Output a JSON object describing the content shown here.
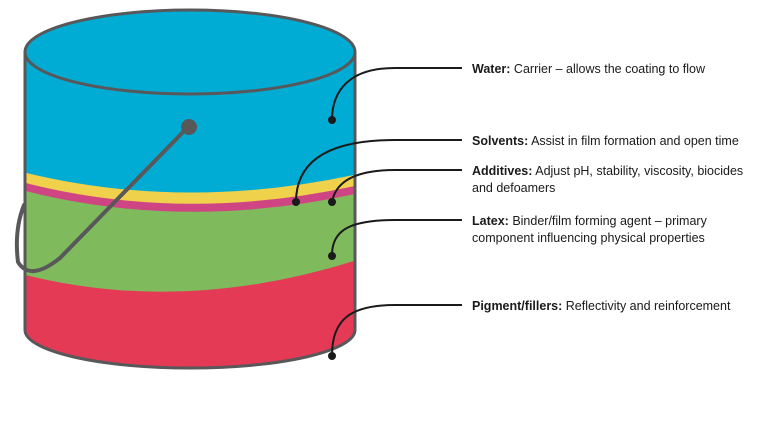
{
  "colors": {
    "water": "#00ABD4",
    "solvents": "#EFD14C",
    "additives": "#CF4583",
    "latex": "#7FBA5D",
    "pigment": "#E43A55",
    "outline": "#58585A",
    "leader": "#1a1a1a"
  },
  "layers": [
    {
      "id": "water",
      "term": "Water:",
      "description": "Carrier – allows the coating to flow"
    },
    {
      "id": "solvents",
      "term": "Solvents:",
      "description": "Assist in film formation and open time"
    },
    {
      "id": "additives",
      "term": "Additives:",
      "description": "Adjust pH, stability, viscosity, biocides and defoamers"
    },
    {
      "id": "latex",
      "term": "Latex:",
      "description": "Binder/film forming agent – primary component influencing physical properties"
    },
    {
      "id": "pigment",
      "term": "Pigment/fillers:",
      "description": "Reflectivity and reinforcement"
    }
  ]
}
